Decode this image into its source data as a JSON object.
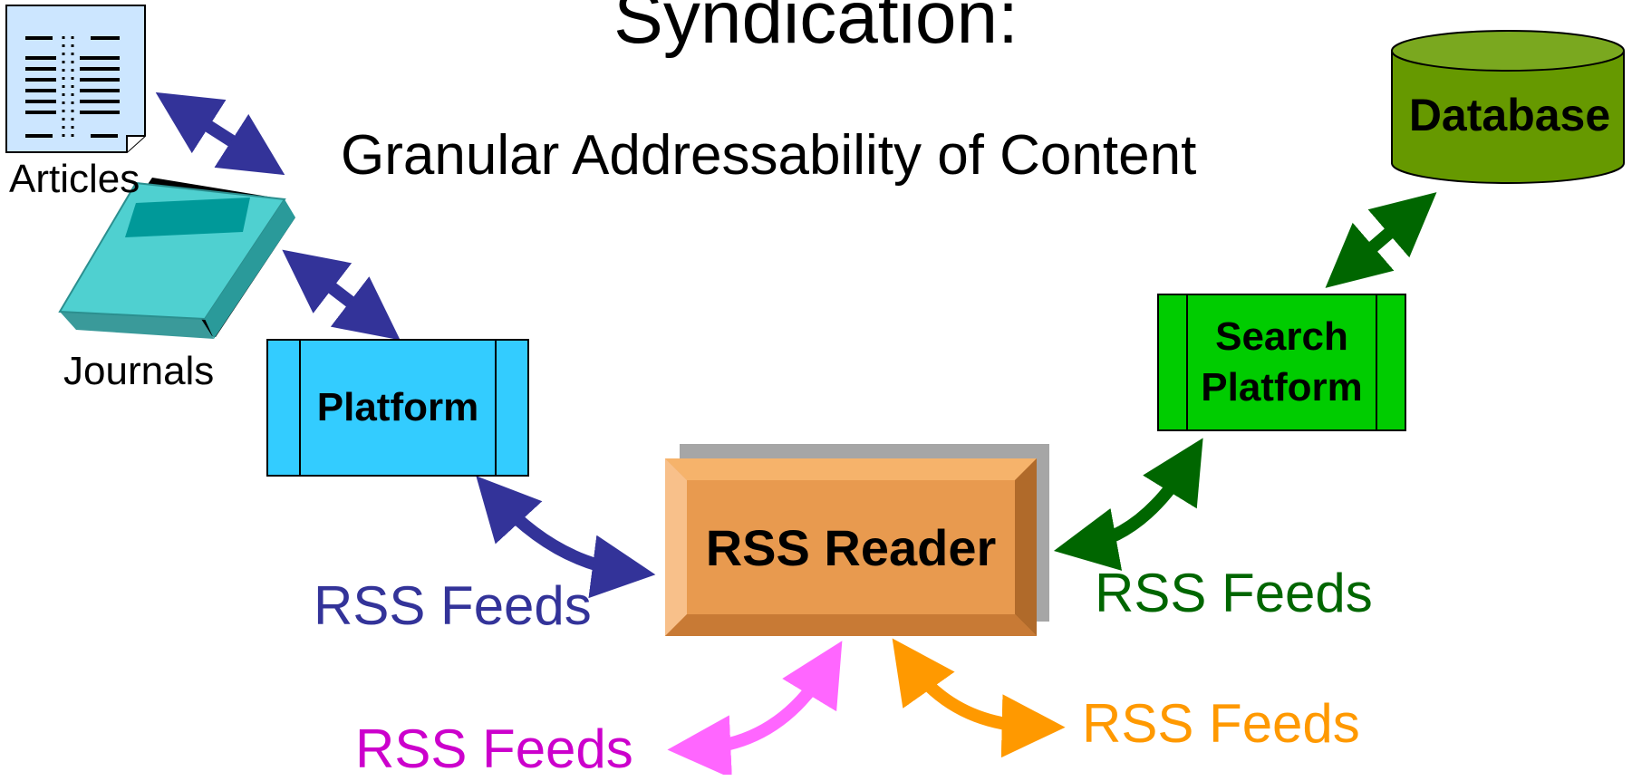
{
  "title": "Syndication:",
  "subtitle": "Granular Addressability of Content",
  "nodes": {
    "articles": "Articles",
    "journals": "Journals",
    "platform": "Platform",
    "search_platform": "Search Platform",
    "database": "Database",
    "rss_reader": "RSS Reader"
  },
  "feeds": {
    "blue": "RSS Feeds",
    "green": "RSS Feeds",
    "magenta": "RSS Feeds",
    "orange": "RSS Feeds"
  },
  "colors": {
    "blue_arrow": "#333399",
    "green_arrow": "#006600",
    "magenta_arrow": "#ff66ff",
    "magenta_text": "#cc00cc",
    "orange_arrow": "#ff9900",
    "platform": "#33ccff",
    "search_platform": "#00cc00",
    "database": "#669900",
    "rss_reader": "#e89a4f",
    "journal": "#4fd0d0"
  }
}
